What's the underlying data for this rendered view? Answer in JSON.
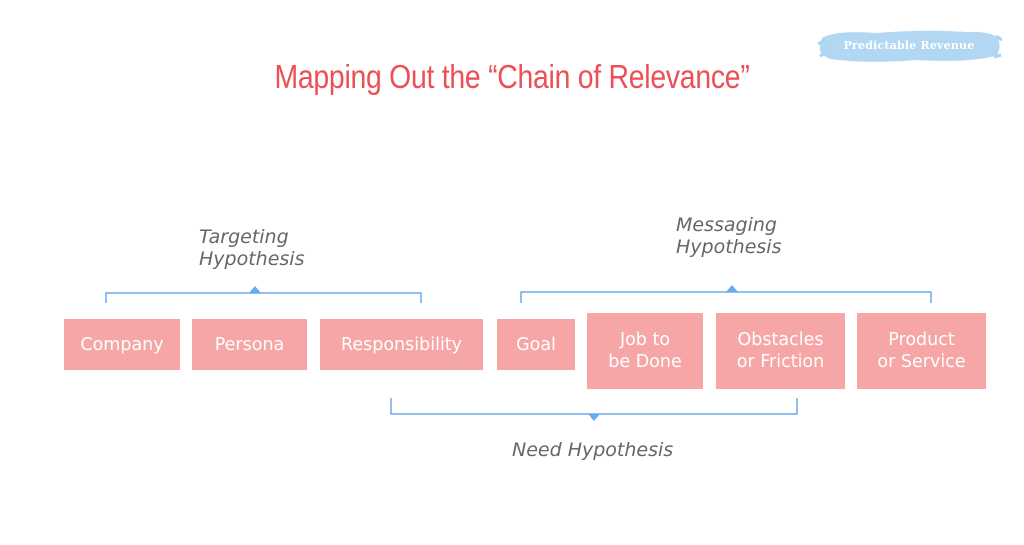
{
  "brand": {
    "label": "Predictable Revenue"
  },
  "title": "Mapping Out the “Chain of Relevance”",
  "hypotheses": {
    "targeting": "Targeting\nHypothesis",
    "messaging": "Messaging\nHypothesis",
    "need": "Need Hypothesis"
  },
  "steps": [
    {
      "label": "Company"
    },
    {
      "label": "Persona"
    },
    {
      "label": "Responsibility"
    },
    {
      "label": "Goal"
    },
    {
      "label": "Job to\nbe Done"
    },
    {
      "label": "Obstacles\nor Friction"
    },
    {
      "label": "Product\nor Service"
    }
  ],
  "colors": {
    "title": "#ec4f55",
    "box_fill": "#f6a6a6",
    "box_text": "#ffffff",
    "bracket": "#6aaaf0",
    "hypothesis_text": "#666666",
    "brand_badge": "#a9d3f2"
  }
}
